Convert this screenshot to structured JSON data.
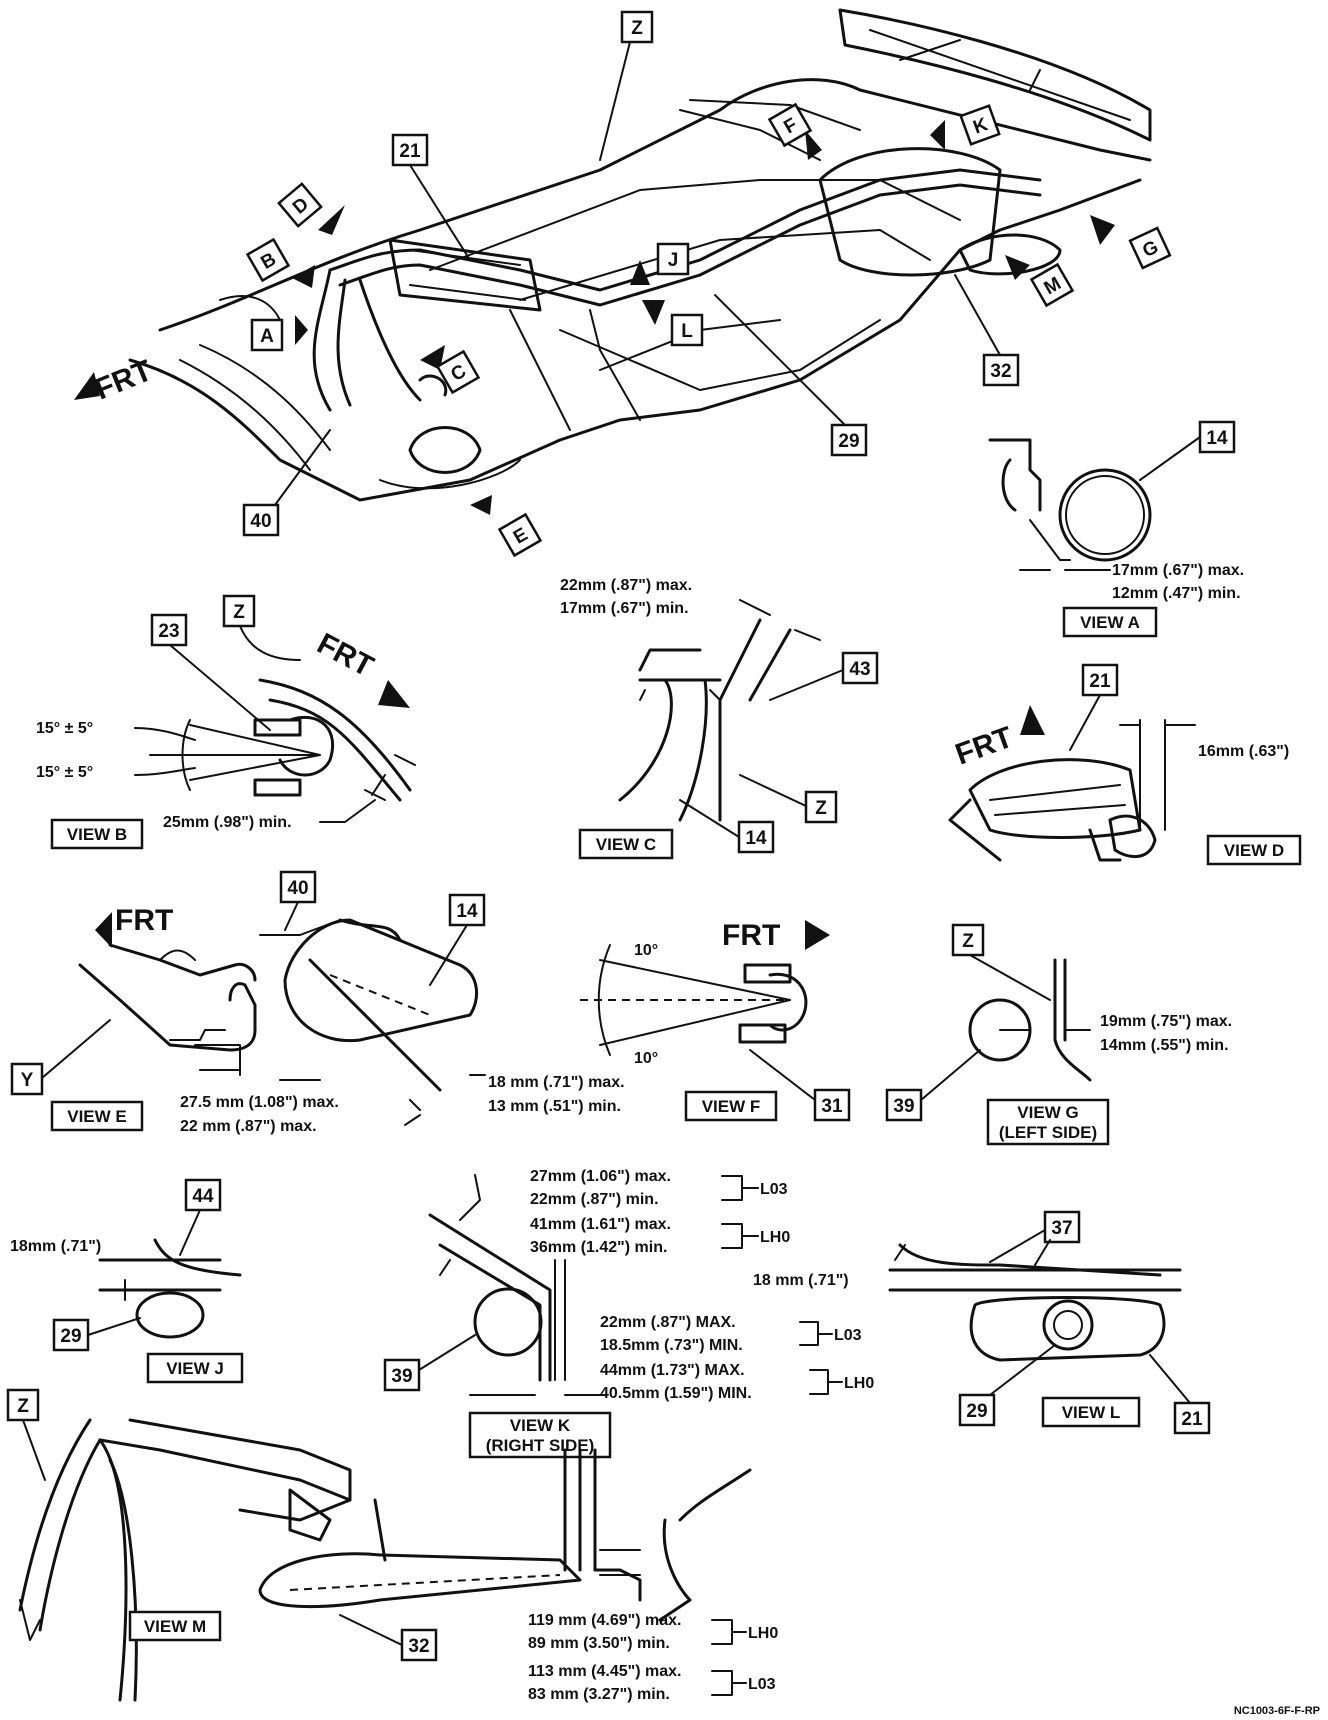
{
  "views": {
    "a": "VIEW A",
    "b": "VIEW B",
    "c": "VIEW C",
    "d": "VIEW D",
    "e": "VIEW E",
    "f": "VIEW F",
    "g1": "VIEW G",
    "g2": "(LEFT SIDE)",
    "j": "VIEW J",
    "k1": "VIEW K",
    "k2": "(RIGHT SIDE)",
    "l": "VIEW L",
    "m": "VIEW M"
  },
  "frt": "FRT",
  "main_letters": [
    "Z",
    "D",
    "B",
    "A",
    "C",
    "E",
    "F",
    "K",
    "J",
    "L",
    "G",
    "M"
  ],
  "callouts": {
    "n14": "14",
    "n21": "21",
    "n23": "23",
    "n29": "29",
    "n31": "31",
    "n32": "32",
    "n37": "37",
    "n39": "39",
    "n40": "40",
    "n43": "43",
    "n44": "44",
    "z": "Z",
    "y": "Y"
  },
  "dims": {
    "a1": "17mm (.67\") max.",
    "a2": "12mm (.47\") min.",
    "b1": "15° ± 5°",
    "b2": "15° ± 5°",
    "b3": "25mm (.98\") min.",
    "c1": "22mm (.87\") max.",
    "c2": "17mm (.67\") min.",
    "d1": "16mm (.63\")",
    "e1": "27.5 mm (1.08\") max.",
    "e2": "22 mm (.87\") max.",
    "e3": "18 mm (.71\") max.",
    "e4": "13 mm (.51\") min.",
    "f1": "10°",
    "f2": "10°",
    "g1": "19mm (.75\") max.",
    "g2": "14mm (.55\") min.",
    "j1": "18mm (.71\")",
    "k1": "27mm (1.06\") max.",
    "k2": "22mm (.87\") min.",
    "k3": "41mm (1.61\") max.",
    "k4": "36mm (1.42\") min.",
    "k5": "22mm (.87\") MAX.",
    "k6": "18.5mm (.73\") MIN.",
    "k7": "44mm (1.73\") MAX.",
    "k8": "40.5mm (1.59\") MIN.",
    "l1": "18 mm (.71\")",
    "m1": "119 mm (4.69\") max.",
    "m2": "89 mm (3.50\") min.",
    "m3": "113 mm (4.45\") max.",
    "m4": "83 mm (3.27\") min."
  },
  "options": {
    "l03": "L03",
    "lh0": "LH0"
  },
  "code": "NC1003-6F-F-RP"
}
